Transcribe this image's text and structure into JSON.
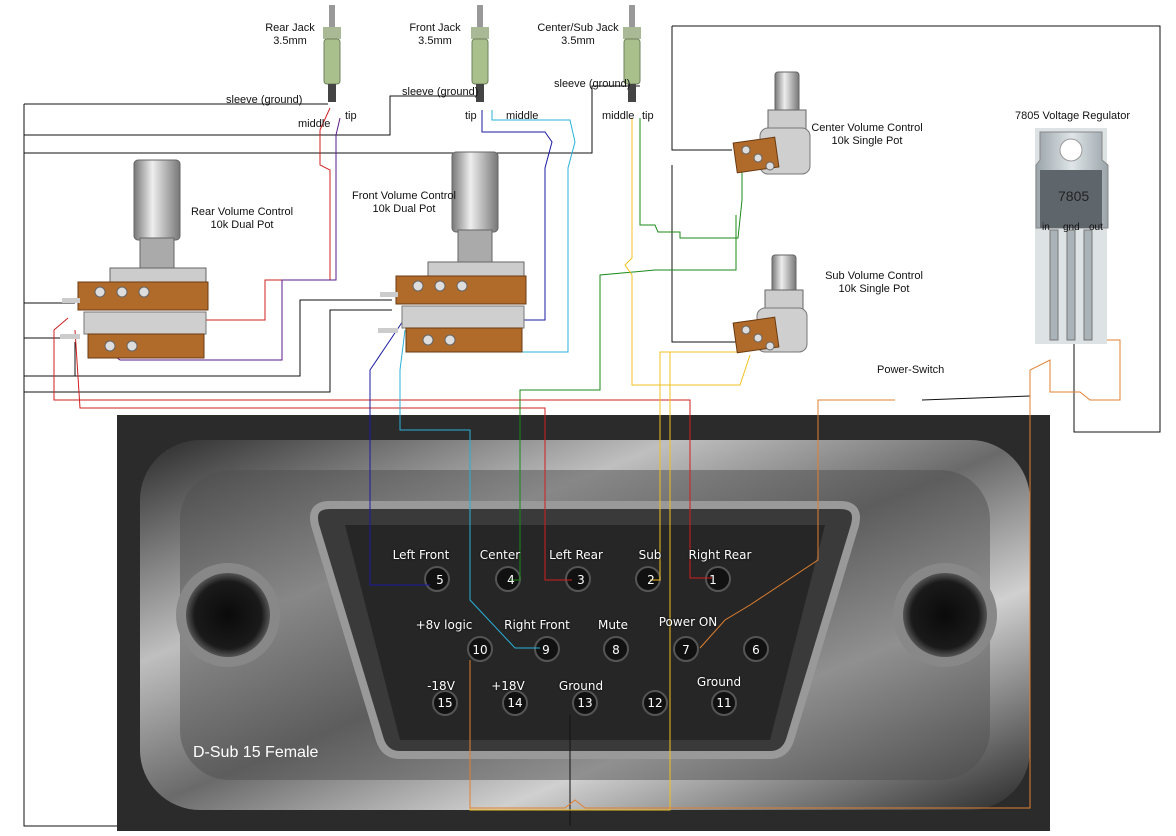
{
  "jacks": [
    {
      "name": "Rear Jack",
      "size": "3.5mm"
    },
    {
      "name": "Front Jack",
      "size": "3.5mm"
    },
    {
      "name": "Center/Sub Jack",
      "size": "3.5mm"
    }
  ],
  "wire_labels": {
    "sleeve": "sleeve (ground)",
    "middle": "middle",
    "tip": "tip"
  },
  "pots": {
    "rear": {
      "title": "Rear Volume Control",
      "spec": "10k Dual Pot"
    },
    "front": {
      "title": "Front Volume Control",
      "spec": "10k Dual Pot"
    },
    "center": {
      "title": "Center Volume Control",
      "spec": "10k Single Pot"
    },
    "sub": {
      "title": "Sub Volume Control",
      "spec": "10k Single Pot"
    }
  },
  "regulator": {
    "title": "7805 Voltage Regulator",
    "chip": "7805",
    "pins": [
      "in",
      "gnd",
      "out"
    ]
  },
  "power_switch": "Power-Switch",
  "connector": {
    "title": "D-Sub 15 Female",
    "pins": [
      {
        "num": "1",
        "label": "Right Rear"
      },
      {
        "num": "2",
        "label": "Sub"
      },
      {
        "num": "3",
        "label": "Left Rear"
      },
      {
        "num": "4",
        "label": "Center"
      },
      {
        "num": "5",
        "label": "Left Front"
      },
      {
        "num": "6",
        "label": ""
      },
      {
        "num": "7",
        "label": "Power ON"
      },
      {
        "num": "8",
        "label": "Mute"
      },
      {
        "num": "9",
        "label": "Right Front"
      },
      {
        "num": "10",
        "label": "+8v logic"
      },
      {
        "num": "11",
        "label": "Ground"
      },
      {
        "num": "12",
        "label": ""
      },
      {
        "num": "13",
        "label": "Ground"
      },
      {
        "num": "14",
        "label": "+18V"
      },
      {
        "num": "15",
        "label": "-18V"
      }
    ]
  },
  "colors": {
    "red": "#d02020",
    "purple": "#5a1a8a",
    "blue": "#1a1aa0",
    "cyan": "#2ab0d8",
    "green": "#1a8a1a",
    "yellow": "#f0c020",
    "orange": "#e08030",
    "black": "#111111"
  }
}
